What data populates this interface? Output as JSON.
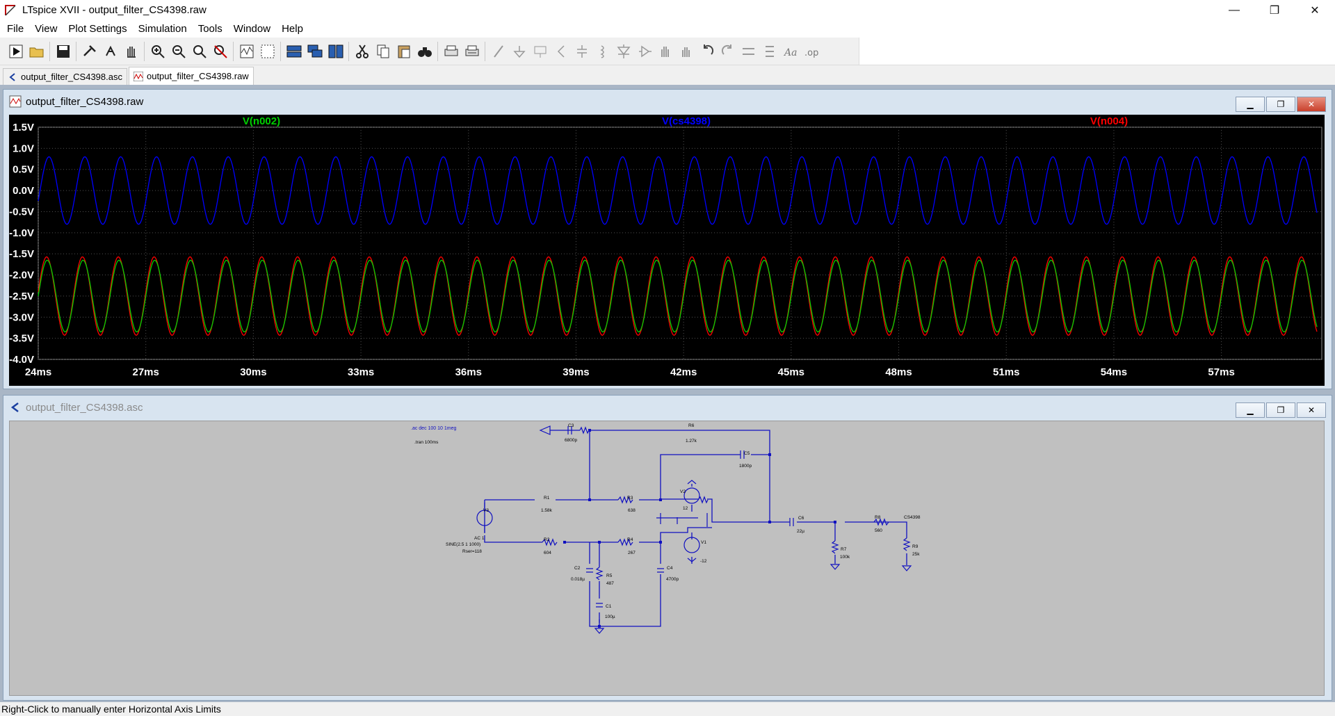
{
  "window": {
    "title": "LTspice XVII - output_filter_CS4398.raw",
    "minimize": "—",
    "maximize": "❐",
    "close": "✕"
  },
  "menu": [
    "File",
    "View",
    "Plot Settings",
    "Simulation",
    "Tools",
    "Window",
    "Help"
  ],
  "toolbar": {
    "icons": [
      "run-icon",
      "open-icon",
      "save-icon",
      "control-panel-icon",
      "halt-icon",
      "pan-hand-icon",
      "zoom-in-icon",
      "zoom-out-icon",
      "zoom-fit-icon",
      "zoom-cancel-icon",
      "autorange-icon",
      "autorange-y-icon",
      "tile-horizontal-icon",
      "cascade-icon",
      "tile-vertical-icon",
      "cut-icon",
      "copy-icon",
      "paste-icon",
      "find-icon",
      "print-icon",
      "print-preview-icon",
      "wire-icon",
      "ground-icon",
      "label-net-icon",
      "resistor-icon",
      "capacitor-icon",
      "inductor-icon",
      "diode-icon",
      "component-icon",
      "move-icon",
      "drag-icon",
      "undo-icon",
      "redo-icon",
      "rotate-icon",
      "mirror-icon",
      "text-icon",
      "spice-directive-icon"
    ]
  },
  "tabs": [
    {
      "label": "output_filter_CS4398.asc",
      "icon": "schematic-icon",
      "active": false
    },
    {
      "label": "output_filter_CS4398.raw",
      "icon": "waveform-icon",
      "active": true
    }
  ],
  "plot_window": {
    "title": "output_filter_CS4398.raw",
    "colors": {
      "background": "#000000",
      "grid": "#808080",
      "axis_text": "#ffffff"
    }
  },
  "chart_data": {
    "type": "line",
    "xlabel": "",
    "ylabel": "",
    "xlim": [
      24,
      59.8
    ],
    "ylim": [
      -4.0,
      1.5
    ],
    "x_ticks": [
      "24ms",
      "27ms",
      "30ms",
      "33ms",
      "36ms",
      "39ms",
      "42ms",
      "45ms",
      "48ms",
      "51ms",
      "54ms",
      "57ms"
    ],
    "x_tick_values": [
      24,
      27,
      30,
      33,
      36,
      39,
      42,
      45,
      48,
      51,
      54,
      57
    ],
    "y_ticks": [
      "1.5V",
      "1.0V",
      "0.5V",
      "0.0V",
      "-0.5V",
      "-1.0V",
      "-1.5V",
      "-2.0V",
      "-2.5V",
      "-3.0V",
      "-3.5V",
      "-4.0V"
    ],
    "y_tick_values": [
      1.5,
      1.0,
      0.5,
      0.0,
      -0.5,
      -1.0,
      -1.5,
      -2.0,
      -2.5,
      -3.0,
      -3.5,
      -4.0
    ],
    "grid": true,
    "series": [
      {
        "name": "V(n002)",
        "color": "#00d000",
        "offset": -2.5,
        "amplitude": 0.85,
        "frequency_khz": 1.0,
        "phase_deg": 0
      },
      {
        "name": "V(cs4398)",
        "color": "#0000ff",
        "offset": 0.0,
        "amplitude": 0.8,
        "frequency_khz": 1.0,
        "phase_deg": -18
      },
      {
        "name": "V(n004)",
        "color": "#ff0000",
        "offset": -2.5,
        "amplitude": 0.93,
        "frequency_khz": 1.0,
        "phase_deg": 6
      }
    ]
  },
  "schematic_window": {
    "title": "output_filter_CS4398.asc",
    "directives": [
      ".ac dec 100 10 1meg",
      ".tran 100ms"
    ],
    "components": {
      "C3": {
        "name": "C3",
        "value": "6800p"
      },
      "R6": {
        "name": "R6",
        "value": "1.27k"
      },
      "C5": {
        "name": "C5",
        "value": "1800p"
      },
      "V2": {
        "name": "V2",
        "value": "12"
      },
      "V1": {
        "name": "V1",
        "value": "-12"
      },
      "R1": {
        "name": "R1",
        "value": "1.58k"
      },
      "R3": {
        "name": "R3",
        "value": "638"
      },
      "R2": {
        "name": "R2",
        "value": "604"
      },
      "R4": {
        "name": "R4",
        "value": "267"
      },
      "R5": {
        "name": "R5",
        "value": "487"
      },
      "C2": {
        "name": "C2",
        "value": "0.018µ"
      },
      "C1": {
        "name": "C1",
        "value": "100µ"
      },
      "C4": {
        "name": "C4",
        "value": "4700p"
      },
      "C6": {
        "name": "C6",
        "value": "22µ"
      },
      "R8": {
        "name": "R8",
        "value": "560"
      },
      "R7": {
        "name": "R7",
        "value": "100k"
      },
      "R9": {
        "name": "R9",
        "value": "25k"
      },
      "V3": {
        "name": "V3",
        "value1": "AC 1",
        "value2": "SINE(2.5 1 1000)",
        "value3": "Rser=118"
      }
    },
    "net_label": "CS4398"
  },
  "status": "Right-Click to manually enter Horizontal Axis Limits"
}
